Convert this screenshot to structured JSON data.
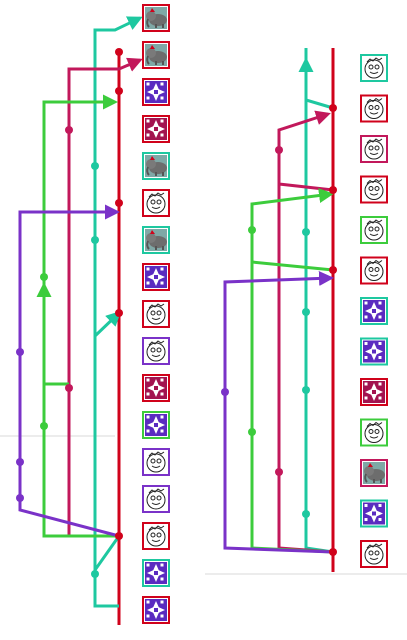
{
  "colors": {
    "red": "#d0021b",
    "magenta": "#c2185b",
    "green": "#3ccc3c",
    "teal": "#1ec8a0",
    "purple": "#7a32c8",
    "divider": "#d9d9d9"
  },
  "thumbnail_kinds": {
    "elephant": "elephant-icon",
    "face": "cartoon-face-icon",
    "pattern_purple": "purple-snowflake-pattern-icon",
    "pattern_magenta": "magenta-snowflake-pattern-icon"
  },
  "panel_left": {
    "lanes": [
      "purple",
      "green",
      "magenta",
      "teal",
      "red"
    ],
    "thumbnails": [
      {
        "kind": "elephant",
        "border": "red"
      },
      {
        "kind": "elephant",
        "border": "red"
      },
      {
        "kind": "pattern_purple",
        "border": "red"
      },
      {
        "kind": "pattern_magenta",
        "border": "red"
      },
      {
        "kind": "elephant",
        "border": "teal"
      },
      {
        "kind": "face",
        "border": "red"
      },
      {
        "kind": "elephant",
        "border": "teal"
      },
      {
        "kind": "pattern_purple",
        "border": "red"
      },
      {
        "kind": "face",
        "border": "red"
      },
      {
        "kind": "face",
        "border": "purple"
      },
      {
        "kind": "pattern_magenta",
        "border": "red"
      },
      {
        "kind": "pattern_purple",
        "border": "green"
      },
      {
        "kind": "face",
        "border": "purple"
      },
      {
        "kind": "face",
        "border": "purple"
      },
      {
        "kind": "face",
        "border": "red"
      },
      {
        "kind": "pattern_purple",
        "border": "teal"
      },
      {
        "kind": "pattern_purple",
        "border": "red"
      }
    ]
  },
  "panel_right": {
    "lanes": [
      "purple",
      "green",
      "magenta",
      "teal",
      "red"
    ],
    "thumbnails": [
      {
        "kind": "face",
        "border": "teal"
      },
      {
        "kind": "face",
        "border": "red"
      },
      {
        "kind": "face",
        "border": "magenta"
      },
      {
        "kind": "face",
        "border": "red"
      },
      {
        "kind": "face",
        "border": "green"
      },
      {
        "kind": "face",
        "border": "red"
      },
      {
        "kind": "pattern_purple",
        "border": "teal"
      },
      {
        "kind": "pattern_purple",
        "border": "teal"
      },
      {
        "kind": "pattern_magenta",
        "border": "red"
      },
      {
        "kind": "face",
        "border": "green"
      },
      {
        "kind": "elephant",
        "border": "magenta"
      },
      {
        "kind": "pattern_purple",
        "border": "teal"
      },
      {
        "kind": "face",
        "border": "red"
      }
    ]
  }
}
